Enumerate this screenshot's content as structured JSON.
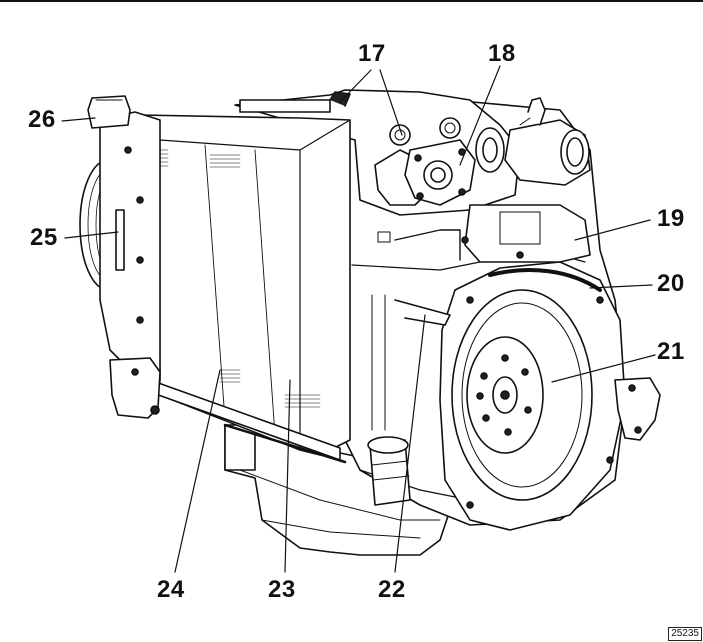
{
  "callouts": {
    "c17": "17",
    "c18": "18",
    "c19": "19",
    "c20": "20",
    "c21": "21",
    "c22": "22",
    "c23": "23",
    "c24": "24",
    "c25": "25",
    "c26": "26"
  },
  "reference_number": "25235"
}
